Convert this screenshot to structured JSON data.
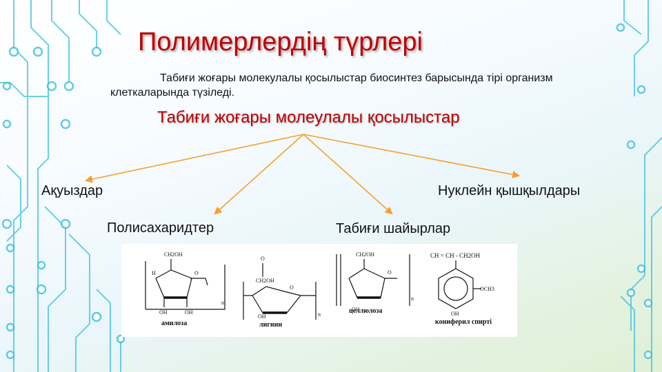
{
  "slide": {
    "title": "Полимерлердің түрлері",
    "intro": "Табиғи жоғары молекулалы қосылыстар биосинтез барысында тірі организм клеткаларында түзіледі.",
    "subtitle": "Табиғи жоғары молеулалы қосылыстар",
    "categories": [
      "Ақуыздар",
      "Полисахаридтер",
      "Табиғи шайырлар",
      "Нуклейн қышқылдары"
    ]
  },
  "colors": {
    "title": "#c00000",
    "arrow": "#f4a030",
    "circuit": "#3cc0dd"
  },
  "figure": {
    "labels": [
      "амилоза",
      "лигнин",
      "целлюлоза",
      "кониферил спирті"
    ],
    "formula_text": {
      "ch2oh": "CH2OH",
      "h": "H",
      "oh": "OH",
      "o": "O",
      "n": "n",
      "och3": "OCH3",
      "side_chain": "CH = CH - CH2OH"
    }
  }
}
